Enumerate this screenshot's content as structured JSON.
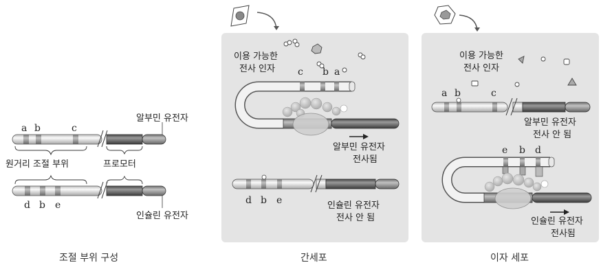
{
  "left": {
    "albumin_gene": "알부민 유전자",
    "distal_region": "원거리 조절 부위",
    "promoter": "프로모터",
    "insulin_gene": "인슐린 유전자",
    "top_sites": [
      "a",
      "b",
      "c"
    ],
    "bottom_sites": [
      "d",
      "b",
      "e"
    ],
    "caption": "조절 부위 구성"
  },
  "liver": {
    "tf_label": [
      "이용 가능한",
      "전사 인자"
    ],
    "loop_sites": [
      "c",
      "b",
      "a"
    ],
    "albumin_result": [
      "알부민 유전자",
      "전사됨"
    ],
    "insulin_sites": [
      "d",
      "b",
      "e"
    ],
    "insulin_result": [
      "인슐린 유전자",
      "전사 안 됨"
    ],
    "caption": "간세포"
  },
  "pancreas": {
    "tf_label": [
      "이용 가능한",
      "전사 인자"
    ],
    "top_sites": [
      "a",
      "b",
      "c"
    ],
    "albumin_result": [
      "알부민 유전자",
      "전사 안 됨"
    ],
    "loop_sites": [
      "e",
      "b",
      "d"
    ],
    "insulin_result": [
      "인슐린 유전자",
      "전사됨"
    ],
    "caption": "이자 세포"
  },
  "colors": {
    "panel": "#e4e4e4",
    "dna_light": "#e8e8e8",
    "dna_dark": "#555555",
    "band": "#8a8a8a"
  }
}
